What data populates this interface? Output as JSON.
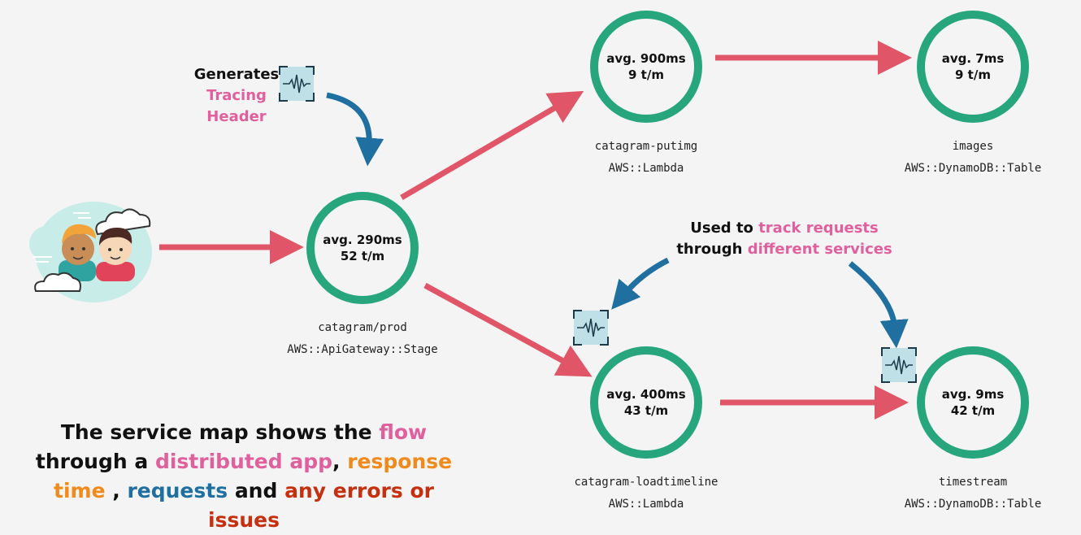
{
  "colors": {
    "background": "#f4f4f4",
    "node_ring": "#27a67d",
    "flow_arrow": "#e05668",
    "callout_arrow": "#1f6fa0",
    "trace_icon_fill": "#bfe0e6",
    "highlight_pink": "#e0609e",
    "highlight_orange": "#f08a1c",
    "highlight_blue": "#1f6fa0",
    "highlight_red": "#c5300f"
  },
  "client": {
    "icon": "users-with-clouds-icon"
  },
  "nodes": [
    {
      "id": "prod",
      "metric_avg": "avg. 290ms",
      "metric_rate": "52 t/m",
      "name": "catagram/prod",
      "type": "AWS::ApiGateway::Stage"
    },
    {
      "id": "putimg",
      "metric_avg": "avg. 900ms",
      "metric_rate": "9 t/m",
      "name": "catagram-putimg",
      "type": "AWS::Lambda"
    },
    {
      "id": "images",
      "metric_avg": "avg. 7ms",
      "metric_rate": "9 t/m",
      "name": "images",
      "type": "AWS::DynamoDB::Table"
    },
    {
      "id": "loadtimeline",
      "metric_avg": "avg. 400ms",
      "metric_rate": "43 t/m",
      "name": "catagram-loadtimeline",
      "type": "AWS::Lambda"
    },
    {
      "id": "timestream",
      "metric_avg": "avg. 9ms",
      "metric_rate": "42 t/m",
      "name": "timestream",
      "type": "AWS::DynamoDB::Table"
    }
  ],
  "callouts": {
    "tracing": {
      "line1": "Generates",
      "line2": "Tracing",
      "line3": "Header",
      "icon": "trace-waveform-icon"
    },
    "track": {
      "part1": "Used to ",
      "part2": "track requests",
      "part3": "through ",
      "part4": "different services"
    }
  },
  "caption": {
    "t1": "The service map shows the ",
    "t2": "flow",
    "t3": "through a ",
    "t4": "distributed app",
    "t5": ", ",
    "t6": "response",
    "t7": "time",
    "t8": " , ",
    "t9": "requests",
    "t10": " and ",
    "t11": "any errors or issues"
  }
}
